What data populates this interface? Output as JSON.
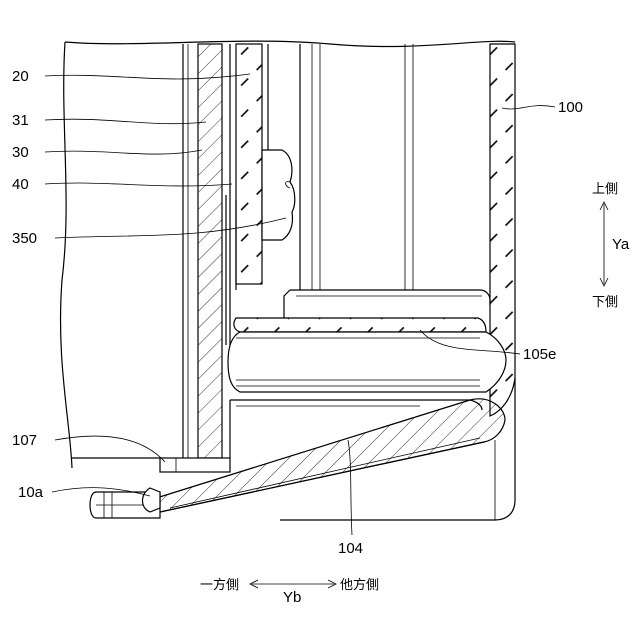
{
  "labels": {
    "l20": "20",
    "l31": "31",
    "l30": "30",
    "l40": "40",
    "l350": "350",
    "l107": "107",
    "l10a": "10a",
    "l100": "100",
    "l105e": "105e",
    "l104": "104"
  },
  "directions": {
    "upper_side": "上側",
    "lower_side": "下側",
    "ya": "Ya",
    "one_side": "一方側",
    "other_side": "他方側",
    "yb": "Yb"
  }
}
